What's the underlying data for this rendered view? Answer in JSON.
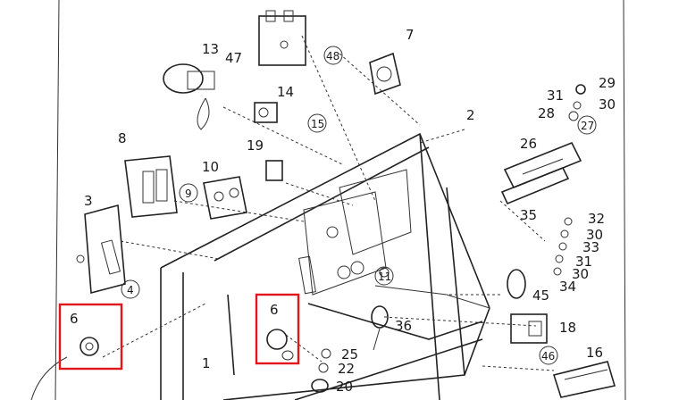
{
  "diagram": {
    "part_labels": [
      {
        "id": "p1",
        "text": "1",
        "circled": false
      },
      {
        "id": "p2",
        "text": "2",
        "circled": false
      },
      {
        "id": "p3",
        "text": "3",
        "circled": false
      },
      {
        "id": "p4",
        "text": "4",
        "circled": true
      },
      {
        "id": "p6a",
        "text": "6",
        "circled": false
      },
      {
        "id": "p6b",
        "text": "6",
        "circled": false
      },
      {
        "id": "p7",
        "text": "7",
        "circled": false
      },
      {
        "id": "p8",
        "text": "8",
        "circled": false
      },
      {
        "id": "p9",
        "text": "9",
        "circled": true
      },
      {
        "id": "p10",
        "text": "10",
        "circled": false
      },
      {
        "id": "p11",
        "text": "11",
        "circled": true
      },
      {
        "id": "p13",
        "text": "13",
        "circled": false
      },
      {
        "id": "p14",
        "text": "14",
        "circled": false
      },
      {
        "id": "p15",
        "text": "15",
        "circled": true
      },
      {
        "id": "p16",
        "text": "16",
        "circled": false
      },
      {
        "id": "p18",
        "text": "18",
        "circled": false
      },
      {
        "id": "p19",
        "text": "19",
        "circled": false
      },
      {
        "id": "p20",
        "text": "20",
        "circled": false
      },
      {
        "id": "p22",
        "text": "22",
        "circled": false
      },
      {
        "id": "p25",
        "text": "25",
        "circled": false
      },
      {
        "id": "p26",
        "text": "26",
        "circled": false
      },
      {
        "id": "p27",
        "text": "27",
        "circled": true
      },
      {
        "id": "p28",
        "text": "28",
        "circled": false
      },
      {
        "id": "p29",
        "text": "29",
        "circled": false
      },
      {
        "id": "p30a",
        "text": "30",
        "circled": false
      },
      {
        "id": "p30b",
        "text": "30",
        "circled": false
      },
      {
        "id": "p30c",
        "text": "30",
        "circled": false
      },
      {
        "id": "p31a",
        "text": "31",
        "circled": false
      },
      {
        "id": "p31b",
        "text": "31",
        "circled": false
      },
      {
        "id": "p32",
        "text": "32",
        "circled": false
      },
      {
        "id": "p33",
        "text": "33",
        "circled": false
      },
      {
        "id": "p34",
        "text": "34",
        "circled": false
      },
      {
        "id": "p35",
        "text": "35",
        "circled": false
      },
      {
        "id": "p36",
        "text": "36",
        "circled": false
      },
      {
        "id": "p45",
        "text": "45",
        "circled": false
      },
      {
        "id": "p46",
        "text": "46",
        "circled": true
      },
      {
        "id": "p47",
        "text": "47",
        "circled": false
      },
      {
        "id": "p48",
        "text": "48",
        "circled": true
      }
    ],
    "highlight_color": "#e0161b",
    "ink_color": "#222222"
  }
}
